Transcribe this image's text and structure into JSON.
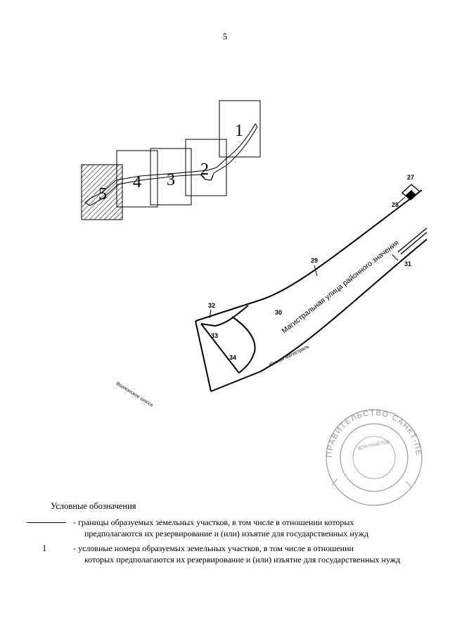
{
  "page": {
    "number": "5"
  },
  "map": {
    "plot_labels": [
      "1",
      "2",
      "3",
      "4",
      "5"
    ],
    "parcel_labels": [
      "27",
      "28",
      "29",
      "30",
      "31",
      "32",
      "33",
      "34"
    ],
    "street_main": "Магистральная улица районного значения",
    "street_south": "Южная магистраль",
    "street_volkhonskoe": "Волхонское шоссе"
  },
  "stamp": {
    "outer_text": "ПРАВИТЕЛЬСТВО САНКТ-ПЕТЕРБУРГА",
    "inner_text": "ДЛЯ ПАКЕТОВ",
    "color": "#9a9a9a"
  },
  "legend": {
    "title": "Условные обозначения",
    "item1_line1": "- границы образуемых земельных участков, в том числе в отношении которых",
    "item1_line2": "предполагаются их резервирование и (или) изъятие для государственных нужд",
    "item2_symbol": "1",
    "item2_line1": "- условные номера образуемых земельных   участков, в том числе в отношении",
    "item2_line2": "которых предполагаются их  резервирование и (или) изъятие для  государственных нужд"
  }
}
